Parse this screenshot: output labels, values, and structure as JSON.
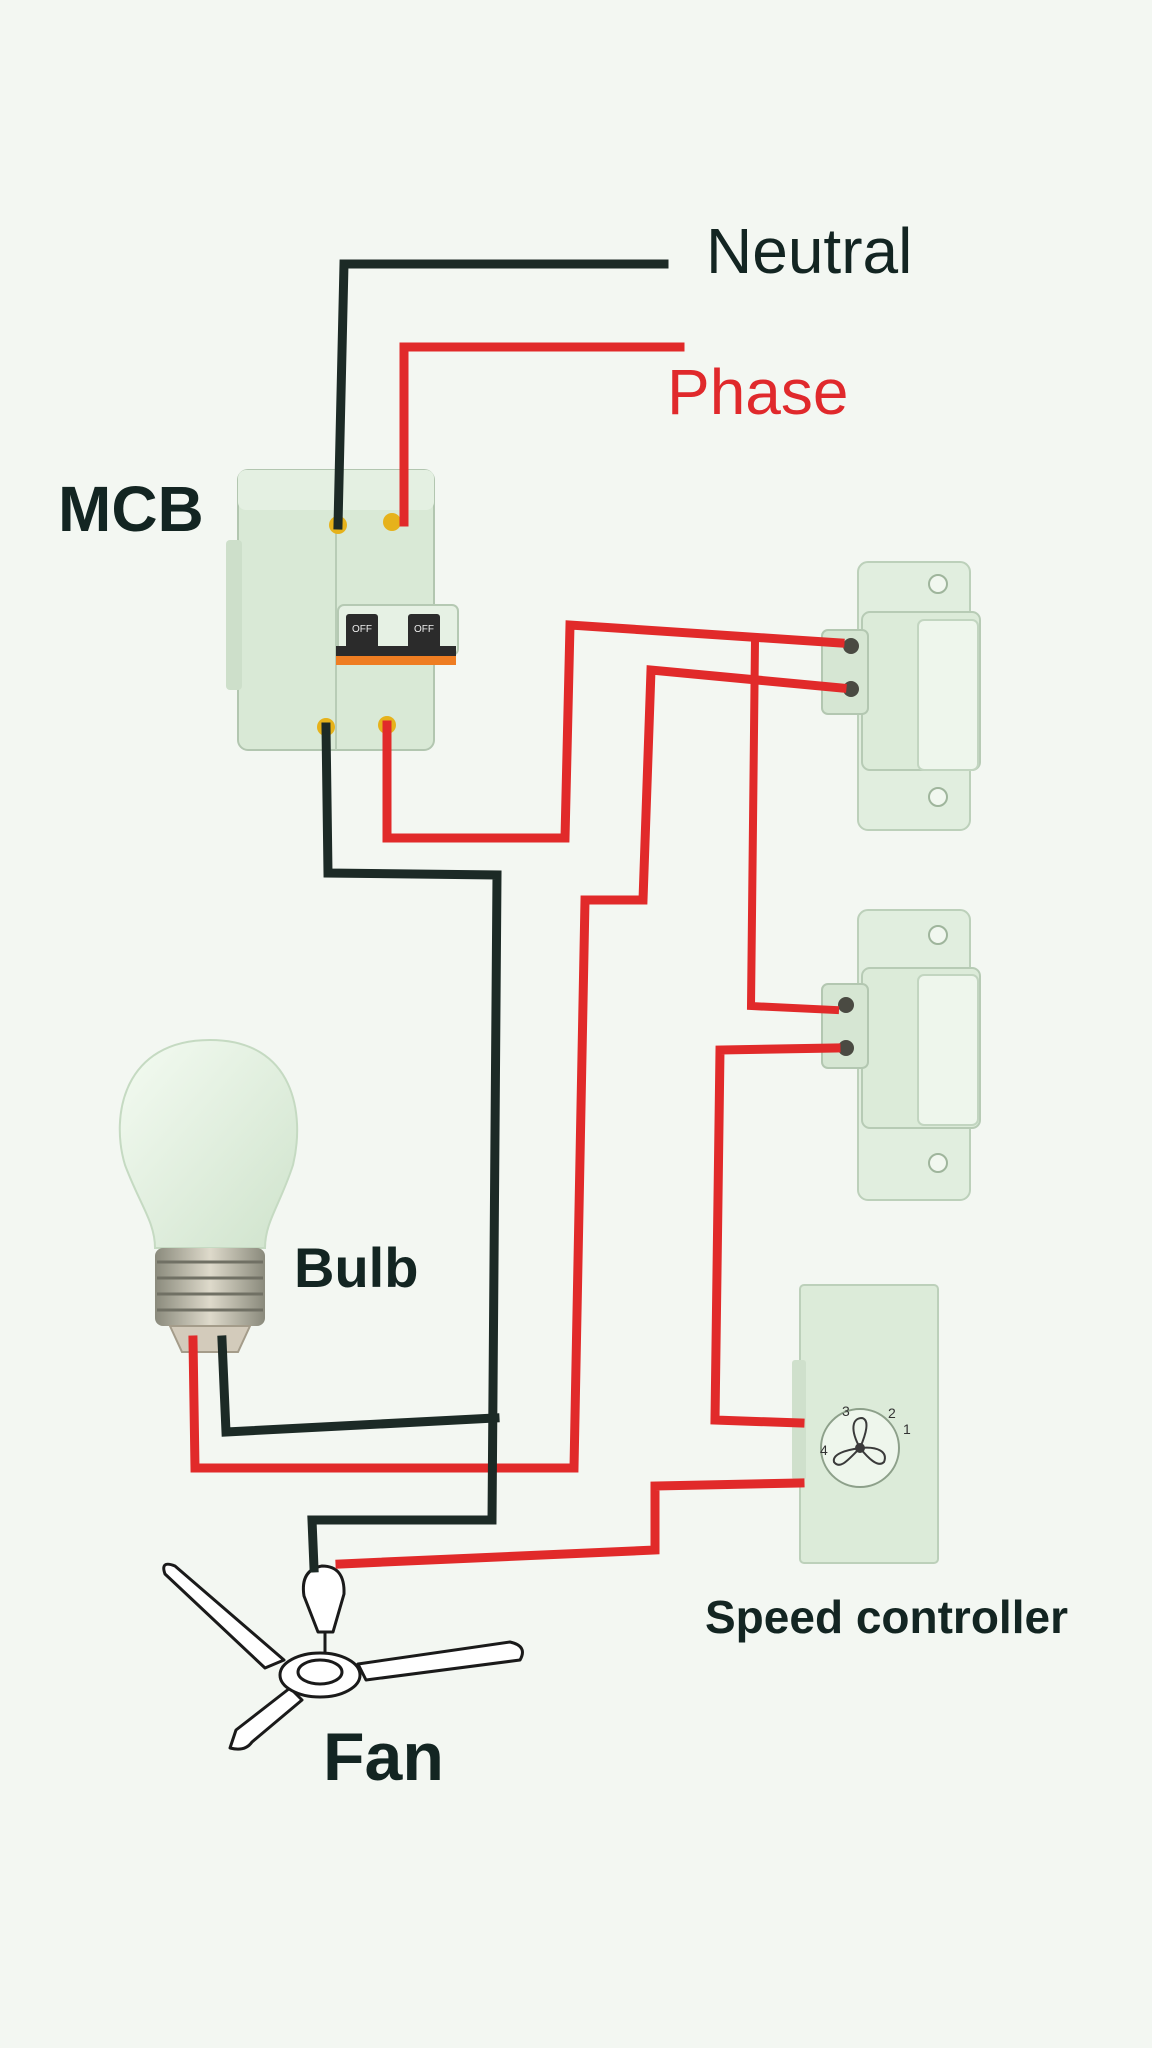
{
  "labels": {
    "neutral": "Neutral",
    "phase": "Phase",
    "mcb": "MCB",
    "bulb": "Bulb",
    "speed_controller": "Speed controller",
    "fan": "Fan"
  },
  "mcb_switch_text": "OFF",
  "regulator_digits": [
    "1",
    "2",
    "3",
    "4"
  ],
  "colors": {
    "neutral_wire": "#1c2a26",
    "phase_wire": "#e12a2a",
    "bulb_wire": "#ef4a22",
    "background": "#f3f7f2"
  }
}
